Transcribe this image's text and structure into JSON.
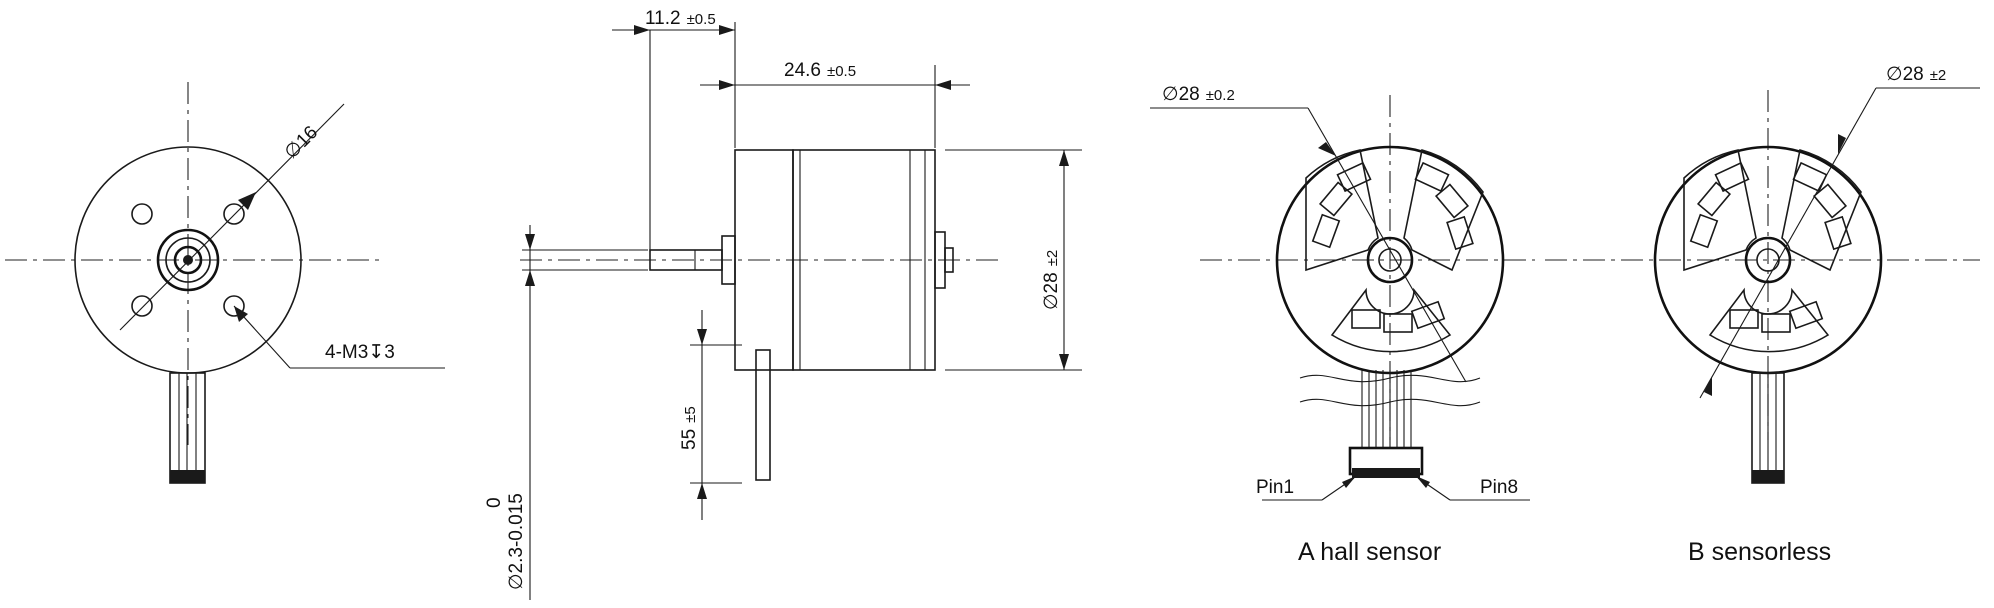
{
  "dimensions": {
    "shaft_offset": "11.2",
    "shaft_offset_tol": "±0.5",
    "body_length": "24.6",
    "body_length_tol": "±0.5",
    "bolt_circle": "16",
    "thread": "4-M3",
    "thread_depth": "3",
    "body_diameter": "28",
    "body_diameter_tol": "±2",
    "lead_length": "55",
    "lead_length_tol": "±5",
    "shaft_diameter": "2.3",
    "shaft_tol_upper": "0",
    "shaft_tol_lower": "-0.015",
    "hall_diameter": "28",
    "hall_diameter_tol": "±0.2",
    "sensorless_diameter": "28",
    "sensorless_diameter_tol": "±2"
  },
  "symbols": {
    "diameter": "∅",
    "depth": "↧"
  },
  "pins": {
    "first": "Pin1",
    "last": "Pin8"
  },
  "variants": {
    "a_caption": "A  hall sensor",
    "b_caption": "B  sensorless"
  }
}
